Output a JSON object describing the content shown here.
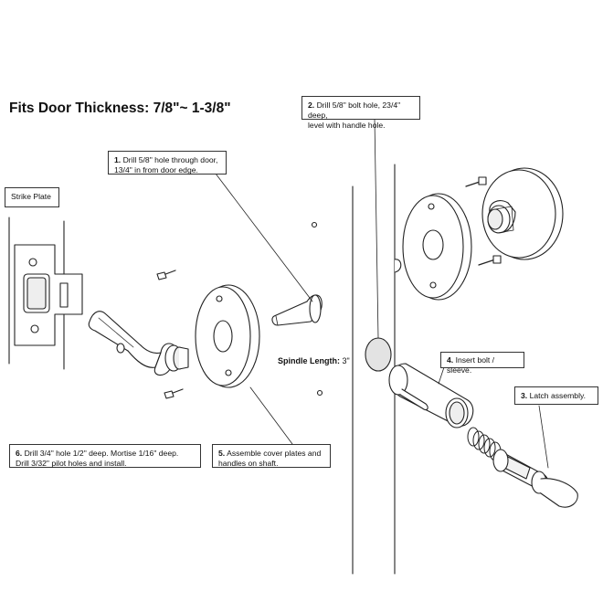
{
  "headline": "Fits Door Thickness: 7/8\"~ 1-3/8\"",
  "strike_plate_label": "Strike Plate",
  "spindle": {
    "label": "Spindle Length:",
    "value": "3\""
  },
  "steps": {
    "s1": {
      "num": "1.",
      "line1": "Drill 5/8\" hole through door,",
      "line2": "13/4\" in from door edge."
    },
    "s2": {
      "num": "2.",
      "line1": "Drill 5/8\" bolt hole, 23/4\" deep,",
      "line2": "level with handle hole."
    },
    "s3": {
      "num": "3.",
      "line1": "Latch assembly."
    },
    "s4": {
      "num": "4.",
      "line1": "Insert bolt / sleeve."
    },
    "s5": {
      "num": "5.",
      "line1": "Assemble cover plates and",
      "line2": "handles on shaft."
    },
    "s6": {
      "num": "6.",
      "line1": "Drill 3/4\" hole 1/2\" deep. Mortise 1/16\" deep.",
      "line2": "Drill 3/32\" pilot holes and install."
    }
  },
  "colors": {
    "line": "#222222",
    "fill": "#ffffff",
    "shade": "#e6e6e6"
  }
}
